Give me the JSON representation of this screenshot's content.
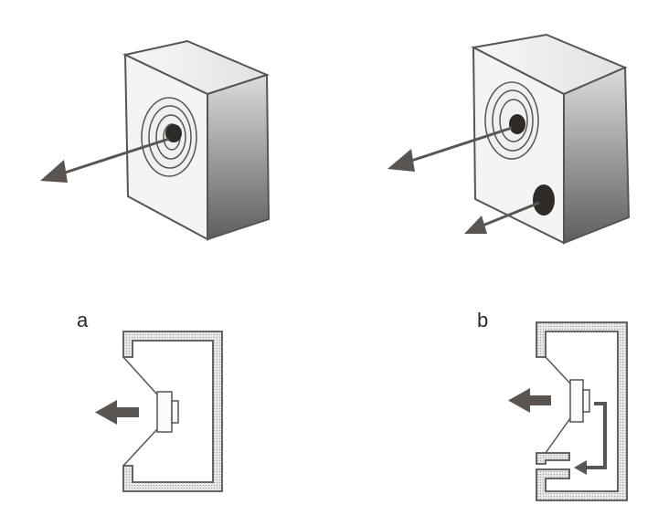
{
  "figure": {
    "panels": [
      {
        "id": "a",
        "label": "a",
        "enclosure": "sealed",
        "arrows": [
          "front"
        ]
      },
      {
        "id": "b",
        "label": "b",
        "enclosure": "ported",
        "arrows": [
          "front",
          "port"
        ]
      }
    ],
    "colors": {
      "line": "#555555",
      "box_face": "#f3f3f3",
      "box_side_dark": "#5e5e5e",
      "box_side_light": "#dcdcdc",
      "arrow": "#5a5550",
      "wall_fill": "#cfcfcf"
    }
  }
}
